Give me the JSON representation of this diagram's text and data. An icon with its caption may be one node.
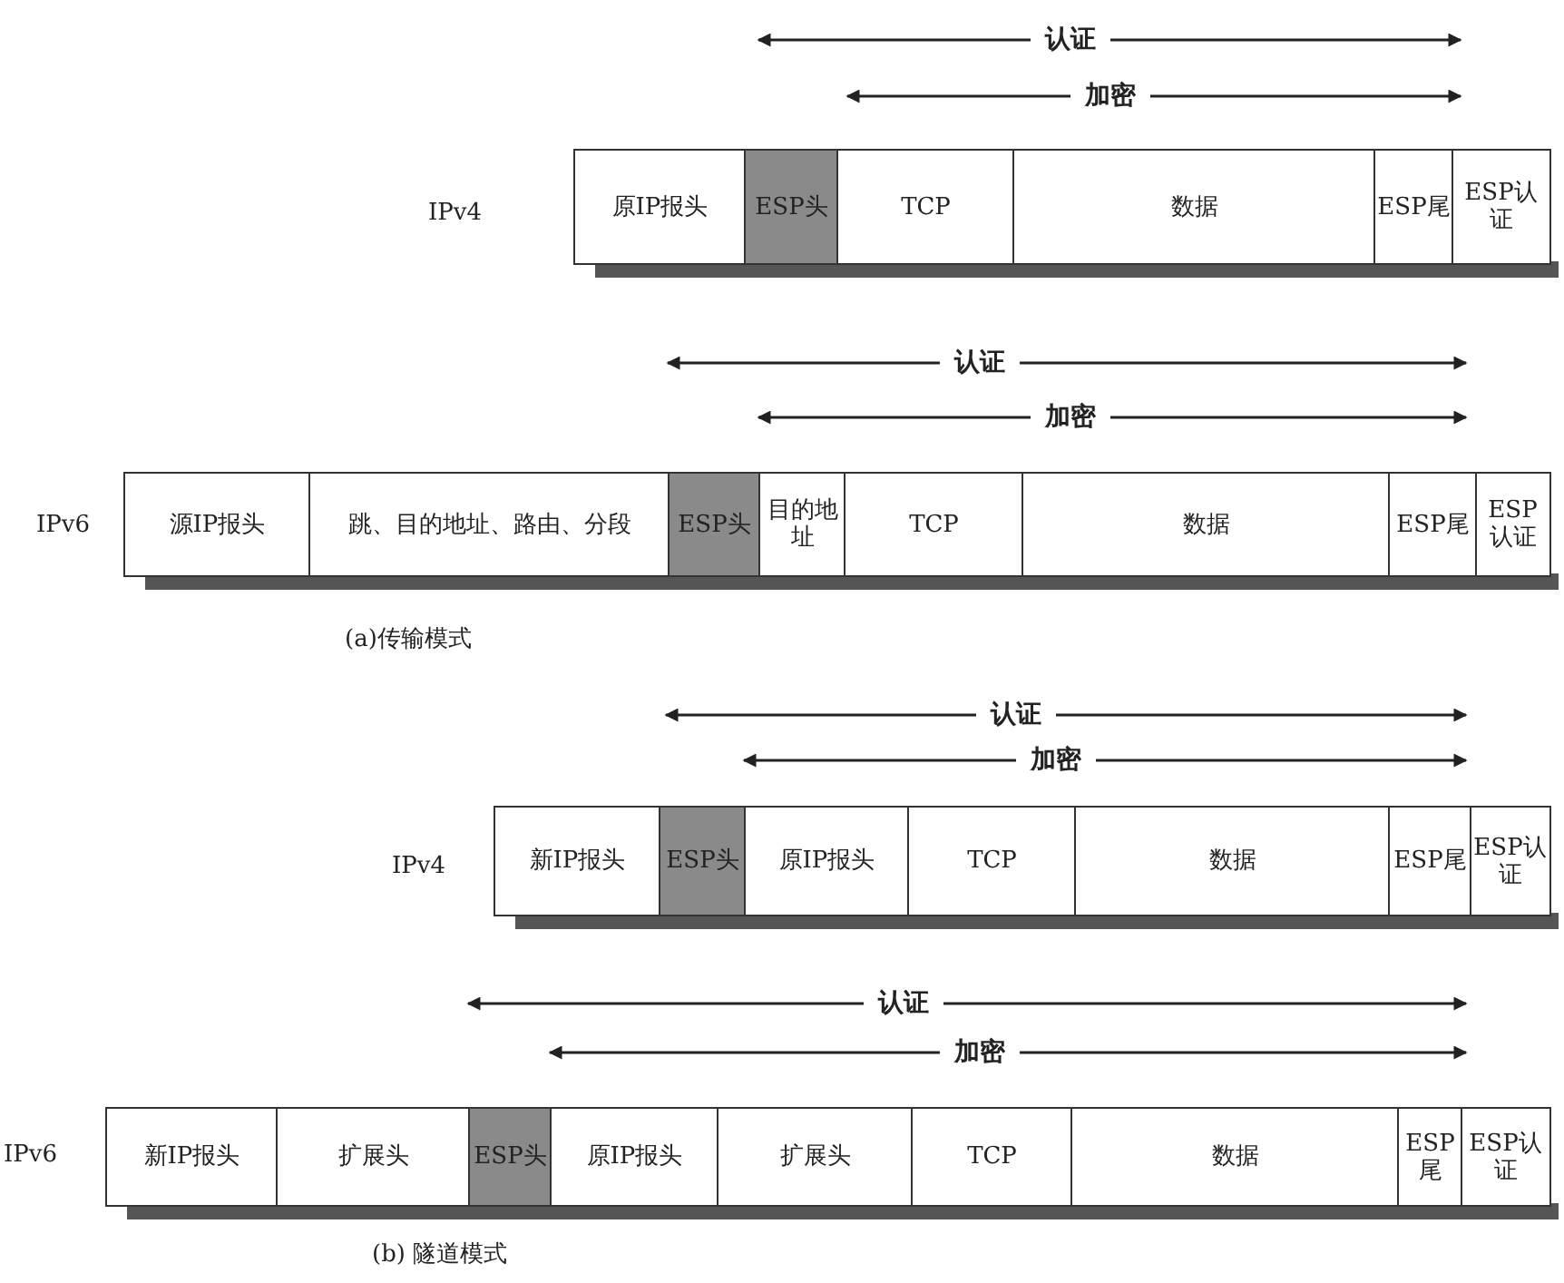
{
  "diagram": {
    "nodes": [
      {
        "text": [
          "原IP报头"
        ]
      },
      {
        "text": [
          "ESP头"
        ]
      },
      {
        "text": [
          "TCP"
        ]
      },
      {
        "text": [
          "数据"
        ]
      },
      {
        "text": [
          "ESP尾"
        ]
      },
      {
        "text": [
          "ESP认证"
        ]
      },
      {
        "text": [
          "源IP报头"
        ]
      },
      {
        "text": [
          "跳、目的地址、路由、分段"
        ]
      },
      {
        "text": [
          "ESP头"
        ]
      },
      {
        "text": [
          "目的地址"
        ]
      },
      {
        "text": [
          "TCP"
        ]
      },
      {
        "text": [
          "数据"
        ]
      },
      {
        "text": [
          "ESP尾"
        ]
      },
      {
        "text": [
          "ESP认证"
        ]
      },
      {
        "text": [
          "新IP报头"
        ]
      },
      {
        "text": [
          "ESP头"
        ]
      },
      {
        "text": [
          "原IP报头"
        ]
      },
      {
        "text": [
          "TCP"
        ]
      },
      {
        "text": [
          "数据"
        ]
      },
      {
        "text": [
          "ESP尾"
        ]
      },
      {
        "text": [
          "ESP认证"
        ]
      },
      {
        "text": [
          "新IP报头"
        ]
      },
      {
        "text": [
          "扩展头"
        ]
      },
      {
        "text": [
          "ESP头"
        ]
      },
      {
        "text": [
          "原IP报头"
        ]
      },
      {
        "text": [
          "扩展头"
        ]
      },
      {
        "text": [
          "TCP"
        ]
      },
      {
        "text": [
          "数据"
        ]
      },
      {
        "text": [
          "ESP尾"
        ]
      },
      {
        "text": [
          "ESP认证"
        ]
      }
    ],
    "edges": [],
    "labels": [
      "认证",
      "加密",
      "IPv4",
      "认证",
      "加密",
      "IPv6",
      "(a)传输模式",
      "认证",
      "加密",
      "IPv4",
      "认证",
      "加密",
      "IPv6",
      "(b) 隧道模式"
    ]
  }
}
